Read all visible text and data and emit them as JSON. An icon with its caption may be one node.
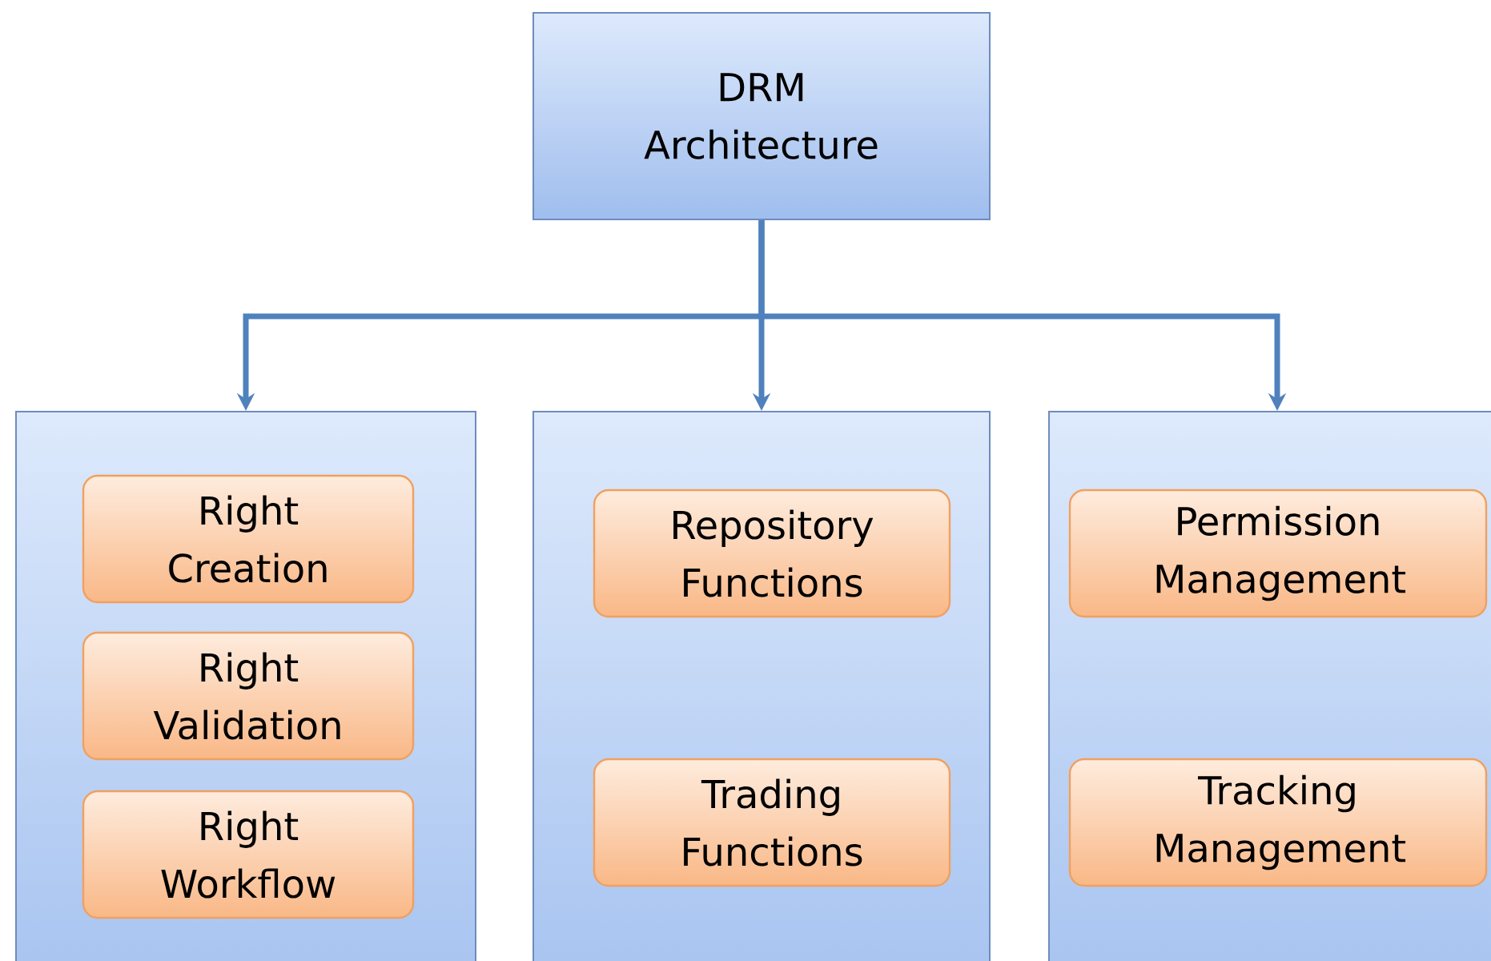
{
  "diagram": {
    "nodes": [
      {
        "text": [
          "DRM Architecture"
        ]
      },
      {
        "text": [],
        "shape": "box"
      },
      {
        "text": [],
        "shape": "box"
      },
      {
        "text": [],
        "shape": "box"
      },
      {
        "text": [
          "Right Creation"
        ],
        "in": 1
      },
      {
        "text": [
          "Right Validation"
        ],
        "in": 1
      },
      {
        "text": [
          "Right Workflow"
        ],
        "in": 1
      },
      {
        "text": [
          "Repository Functions"
        ],
        "in": 2
      },
      {
        "text": [
          "Trading Functions"
        ],
        "in": 2
      },
      {
        "text": [
          "Permission Management"
        ],
        "in": 3
      },
      {
        "text": [
          "Tracking Management"
        ],
        "in": 3
      }
    ],
    "edges": [
      {
        "from": 0,
        "to": 1,
        "arrow": "to"
      },
      {
        "from": 0,
        "to": 2,
        "arrow": "to"
      },
      {
        "from": 0,
        "to": 3,
        "arrow": "to"
      }
    ]
  }
}
